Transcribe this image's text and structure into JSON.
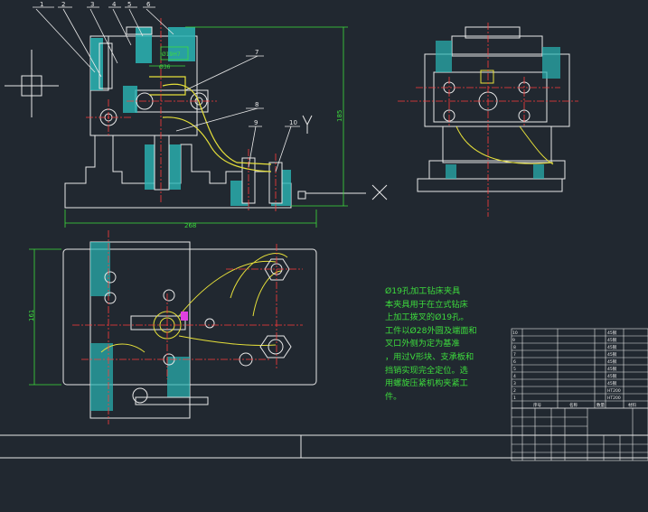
{
  "drawing": {
    "title": "Ø19孔加工钻床夹具",
    "note_lines": [
      "Ø19孔加工钻床夹具",
      "本夹具用于在立式钻床",
      "上加工拨叉的Ø19孔。",
      "工件以Ø28外圆及端面和",
      "叉口外侧为定为基准",
      "，用过V形块、支承板和",
      "挡销实现完全定位。选",
      "用螺旋压紧机构夹紧工",
      "件。"
    ]
  },
  "balloons": [
    "1",
    "2",
    "3",
    "4",
    "5",
    "6",
    "7",
    "8",
    "9",
    "10"
  ],
  "dimensions": {
    "overall_width": "268",
    "overall_height": "185",
    "plan_height": "161",
    "bore_fit": "Ø19H7",
    "bore_diameter": "Ø36"
  },
  "parts_list": {
    "headers": [
      "序号",
      "名称",
      "数量",
      "材料"
    ],
    "row_numbers": [
      "10",
      "9",
      "8",
      "7",
      "6",
      "5",
      "4",
      "3",
      "2",
      "1"
    ],
    "materials": [
      "45钢",
      "45钢",
      "45钢",
      "45钢",
      "45钢",
      "45钢",
      "45钢",
      "45钢",
      "HT200",
      "HT200"
    ]
  },
  "colors": {
    "background": "#212830",
    "outline": "#e8e8e8",
    "center_line": "#ff3b3b",
    "dimension": "#3ddc3d",
    "section_hatch": "#2ab5b5",
    "workpiece": "#e6e03a",
    "callout": "#ffffff",
    "accent": "#e040e0"
  }
}
